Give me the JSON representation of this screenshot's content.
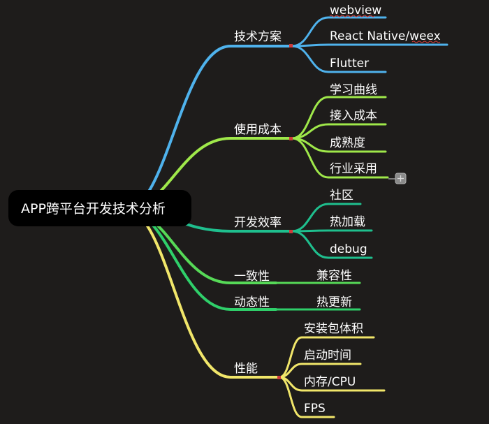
{
  "mindmap": {
    "root": "APP跨平台开发技术分析",
    "colors": {
      "tech": "#4fb2ec",
      "cost": "#9fe84a",
      "efficiency": "#1fbf8e",
      "consistency": "#56d957",
      "dynamic": "#2fcf6a",
      "performance": "#f1e66a"
    },
    "branches": [
      {
        "id": "tech",
        "label": "技术方案",
        "children": [
          "webview",
          "React Native/weex",
          "Flutter"
        ]
      },
      {
        "id": "cost",
        "label": "使用成本",
        "children": [
          "学习曲线",
          "接入成本",
          "成熟度",
          "行业采用"
        ]
      },
      {
        "id": "efficiency",
        "label": "开发效率",
        "children": [
          "社区",
          "热加载",
          "debug"
        ]
      },
      {
        "id": "consistency",
        "label": "一致性",
        "children": [
          "兼容性"
        ]
      },
      {
        "id": "dynamic",
        "label": "动态性",
        "children": [
          "热更新"
        ]
      },
      {
        "id": "performance",
        "label": "性能",
        "children": [
          "安装包体积",
          "启动时间",
          "内存/CPU",
          "FPS"
        ]
      }
    ],
    "expand_icon": "plus-icon"
  }
}
